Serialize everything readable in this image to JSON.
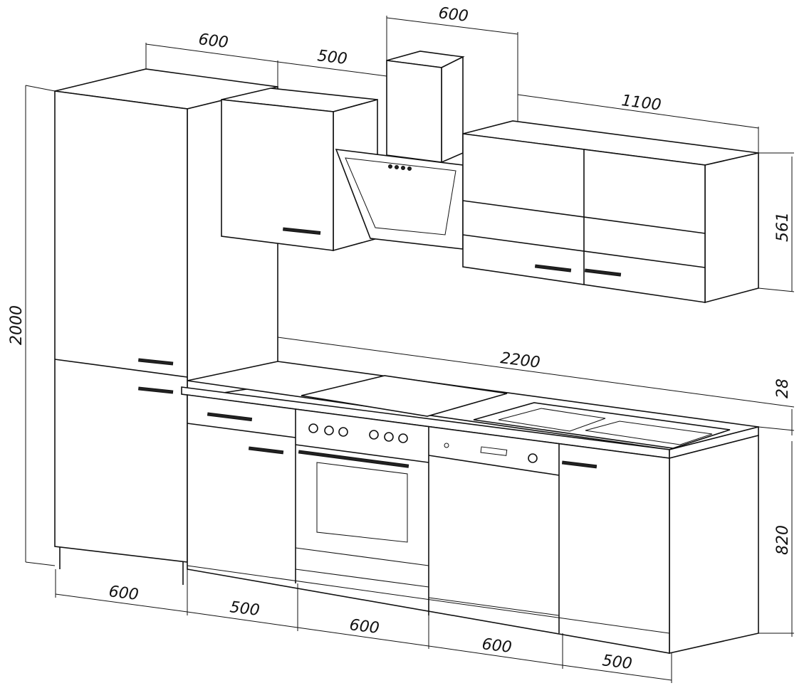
{
  "dimensions": {
    "tall_width": "600",
    "upper_left_width": "500",
    "hood_width": "600",
    "upper_right_width": "1100",
    "upper_height": "561",
    "tall_height": "2000",
    "countertop_length": "2200",
    "countertop_thickness": "28",
    "base_height": "820",
    "base_widths": [
      "600",
      "500",
      "600",
      "600",
      "500"
    ]
  },
  "colors": {
    "line": "#111111",
    "background": "#ffffff"
  }
}
